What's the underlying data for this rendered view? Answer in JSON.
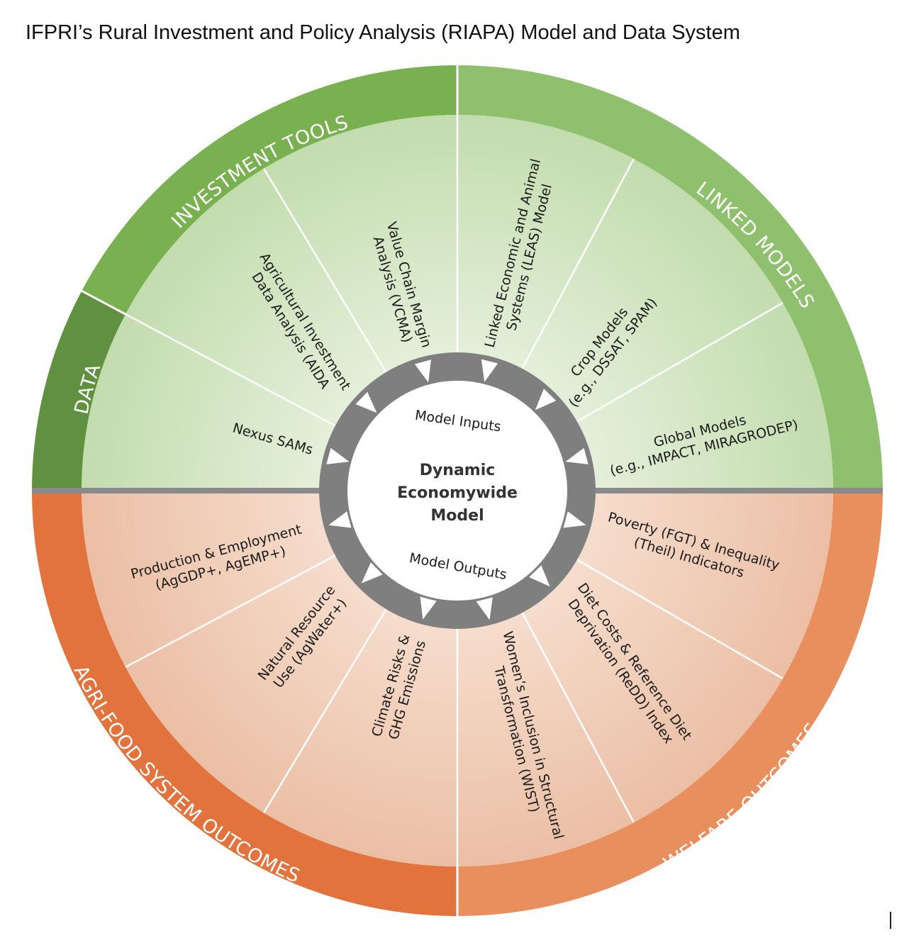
{
  "title": "IFPRI’s Rural Investment and Policy Analysis (RIAPA) Model and Data System",
  "center": {
    "title_lines": [
      "Dynamic",
      "Economywide",
      "Model"
    ],
    "inputs_label": "Model Inputs",
    "outputs_label": "Model Outputs"
  },
  "ring": {
    "data": "DATA",
    "investment_tools": "INVESTMENT TOOLS",
    "linked_models": "LINKED MODELS",
    "agri_food": "AGRI-FOOD SYSTEM OUTCOMES",
    "welfare": "WELFARE OUTCOMES"
  },
  "segments": {
    "nexus_sams": [
      "Nexus SAMs"
    ],
    "aida": [
      "Agricultural Investment",
      "Data Analysis (AIDA"
    ],
    "vcma": [
      "Value Chain Margin",
      "Analysis (VCMA)"
    ],
    "leas": [
      "Linked Economic and Animal",
      "Systems (LEAS) Model"
    ],
    "crop": [
      "Crop Models",
      "(e.g., DSSAT, SPAM)"
    ],
    "global": [
      "Global Models",
      "(e.g., IMPACT, MIRAGRODEP)"
    ],
    "production": [
      "Production & Employment",
      "(AgGDP+, AgEMP+)"
    ],
    "natural": [
      "Natural Resource",
      "Use (AgWater+)"
    ],
    "climate": [
      "Climate Risks &",
      "GHG Emissions"
    ],
    "women": [
      "Women’s Inclusion in Structural",
      "Transformation (WIST)"
    ],
    "diet": [
      "Diet Costs & Reference Diet",
      "Deprivation (ReDD) Index"
    ],
    "poverty": [
      "Poverty (FGT) & Inequality",
      "(Theil) Indicators"
    ]
  },
  "colors": {
    "ring_data": "#5f9140",
    "ring_investment": "#79b150",
    "ring_linked": "#8fc06e",
    "ring_agri": "#e2733d",
    "ring_welfare": "#e98f5e",
    "inner_green": "#d6e9c8",
    "inner_orange": "#f3cdb6",
    "hub_ring": "#7f7f7f",
    "divider": "#8a8a8a"
  }
}
